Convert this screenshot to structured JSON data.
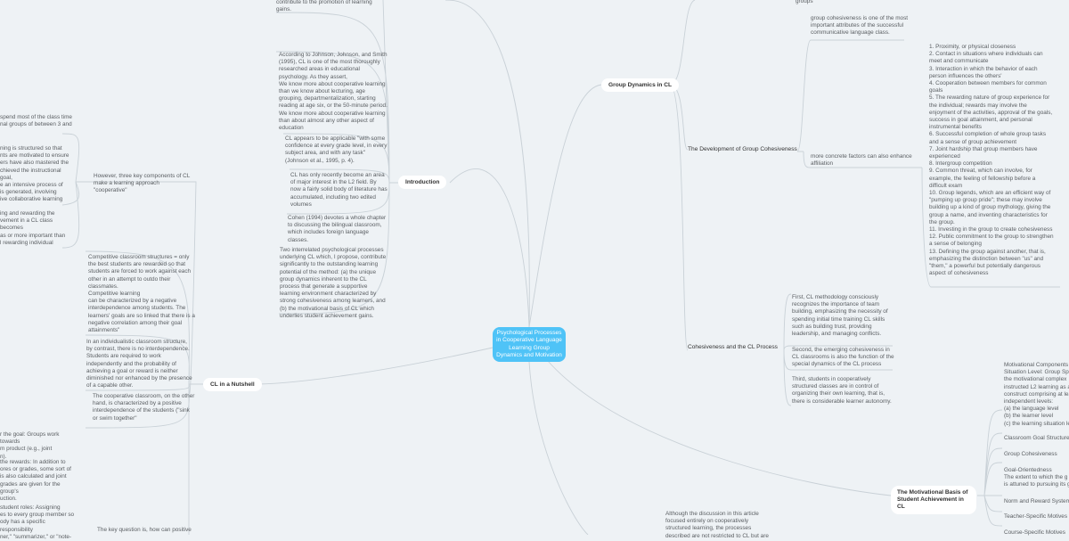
{
  "central_topic": "Psychological Processes in Cooperative Language Learning Group Dynamics and Motivation",
  "colors": {
    "central": "#4fc3f7",
    "background": "#eef2f5",
    "connector": "#c9d1d7"
  },
  "top_fragment": "contribute to the promotion of learning gains.",
  "introduction": {
    "label": "Introduction",
    "items": [
      "According to Johnson, Johnson, and Smith (1995), CL is one of the most thoroughly researched areas in educational psychology. As they assert,\nWe know more about cooperative learning than we know about lecturing, age grouping, departmentalization, starting reading at age six, or the 50-minute period. We know more about cooperative learning than about almost any other aspect of education",
      "CL appears to be applicable \"with some confidence at every grade level, in every subject area, and with any task\" (Johnson et al., 1995, p. 4).",
      "CL has only recently become an area of major interest in the L2 field. By now a fairly solid body of literature has accumulated, including two edited volumes",
      "Cohen (1994) devotes a whole chapter to discussing the bilingual classroom, which includes foreign language classes.",
      "Two interrelated psychological processes underlying CL which, I propose, contribute significantly to the outstanding learning potential of the method: (a) the unique group dynamics inherent to the CL process that generate a supportive learning environment characterized by strong cohesiveness among learners, and (b) the motivational basis of CL which underlies student achievement gains."
    ]
  },
  "group_dynamics": {
    "label": "Group Dynamics in CL",
    "top_fragment": "groups",
    "development": {
      "label": "The Development of Group Cohesiveness",
      "intro": "group cohesiveness is one of the most important attributes of the successful communicative language class.",
      "factors_label": "more concrete factors can also enhance affiliation",
      "factors": "1. Proximity, or physical closeness\n2. Contact in situations where individuals can meet and communicate\n3. Interaction in which the behavior of each person influences the others'\n4. Cooperation between members for common\ngoals\n5. The rewarding nature of group experience for the individual; rewards may involve the enjoyment of the activities, approval of the goals, success in goal attainment, and personal instrumental benefits\n6. Successful completion of whole group tasks and a sense of group achievement\n7. Joint hardship that group members have experienced\n8. Intergroup competition\n9. Common threat, which can involve, for example, the feeling of fellowship before a difficult exam\n10. Group legends, which are an efficient way of \"pumping up group pride\"; these may involve building up a kind of group mythology, giving the group a name, and inventing characteristics for the group.\n11. Investing in the group to create cohesiveness\n12. Public commitment to the group to strengthen a sense of belonging\n13. Defining the group against another, that is, emphasizing the distinction between \"us\" and \"them,\" a powerful but potentially dangerous aspect of cohesiveness"
    },
    "cl_process": {
      "label": "Cohesiveness and the CL Process",
      "items": [
        "First, CL methodology consciously recognizes the importance of team building, emphasizing the necessity of spending initial time training CL skills such as building trust, providing leadership, and managing conflicts.",
        "Second, the emerging cohesiveness in CL classrooms is also the function of the special dynamics of the CL process",
        "Third, students in cooperatively structured classes are in control of organizing their own learning, that is, there is considerable learner autonomy."
      ]
    }
  },
  "nutshell": {
    "label": "CL in a Nutshell",
    "key_components": {
      "label": "However, three key components of CL make a learning approach \"cooperative\"",
      "fragments": [
        "spend most of the class time\nnal groups of between 3 and",
        "ning is structured so that\nnts are motivated to ensure\ners have also mastered the\nchieved the instructional goal,\ne an intensive process of\nis generated, involving\nive collaborative learning",
        "ing and rewarding the\nvement in a CL class becomes\nas or more important than\nl rewarding individual"
      ]
    },
    "structures": [
      "Competitive classroom structures = only the best students are rewarded so that students are forced to work against each other in an attempt to outdo their classmates.\nCompetitive learning\ncan be characterized by a negative interdependence among students. The learners' goals are so linked that there is a negative correlation among their goal attainments\"",
      "In an individualistic classroom structure, by contrast, there is no interdependence. Students are required to work independently and the probability of achieving a goal or reward is neither diminished nor enhanced by the presence of a capable other.",
      "The cooperative classroom, on the other hand, is characterized by a positive interdependence of the students (\"sink or swim together\""
    ],
    "bottom_fragments": [
      "r the goal: Groups work towards\nm product (e.g., joint\nn).",
      "the rewards: In addition to\nores or grades, some sort of\nis also calculated and joint\ngrades are given for the group's\nuction.",
      "student roles: Assigning\nes to every group member so\nody has a specific responsibility\nner,\" \"summarizer,\" or \"note-"
    ],
    "key_question": "The key question is, how can positive"
  },
  "motivation": {
    "label": "The Motivational Basis of Student Achievement in CL",
    "components": "Motivational Components\nSituation Level: Group Spe\nthe motivational complex\ninstructed L2 learning as a\nconstruct comprising at lea\nindependent levels:\n(a) the language level\n(b) the learner level\n(c) the learning situation le",
    "items": [
      "Classroom Goal Structure",
      "Group Cohesiveness",
      "Goal-Orientedness\nThe extent to which the g\nis attuned to pursuing its g",
      "Norm and Reward System",
      "Teacher-Specific Motives",
      "Course-Specific Motives"
    ]
  },
  "bottom_note": "Although the discussion in this article focused entirely on cooperatively structured learning, the processes described are not restricted to CL but are"
}
